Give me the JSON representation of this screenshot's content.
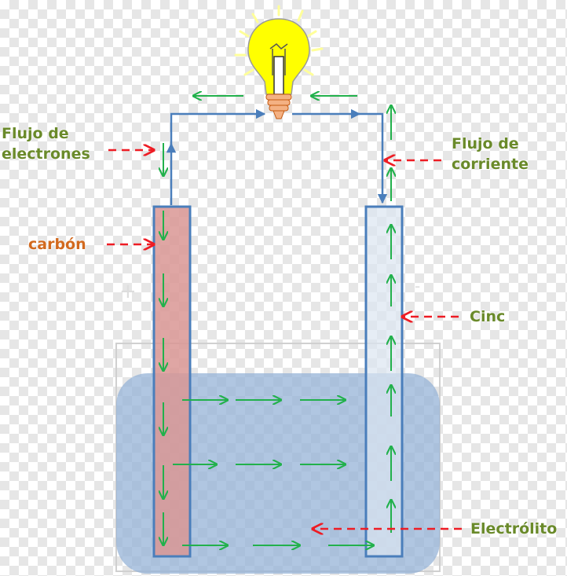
{
  "labels": {
    "electron_flow_line1": "Flujo de",
    "electron_flow_line2": "electrones",
    "current_flow_line1": "Flujo de",
    "current_flow_line2": "corriente",
    "carbon": "carbón",
    "zinc": "Cinc",
    "electrolyte": "Electrólito",
    "positive": "+",
    "negative": "-"
  },
  "colors": {
    "label_green": "#6a8a2a",
    "label_orange": "#d2691e",
    "arrow_green": "#22b14c",
    "pointer_red": "#ee1c24",
    "wire_blue": "#4a7ebb",
    "carbon_rod": "#d99694",
    "zinc_rod": "#dbe5f1",
    "electrolyte": "#95b3d7",
    "bulb_yellow": "#ffff00"
  },
  "icons": [
    "light-bulb-icon"
  ]
}
